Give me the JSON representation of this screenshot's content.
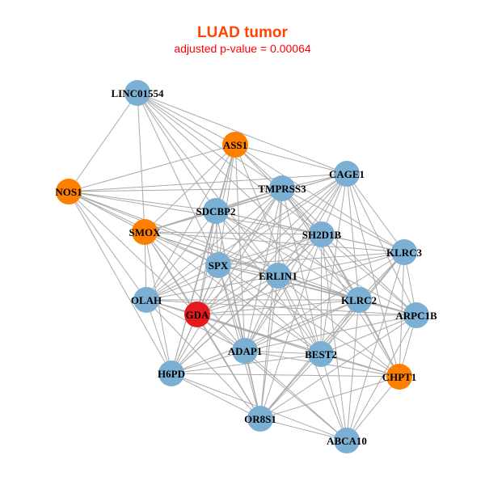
{
  "title": "LUAD tumor",
  "subtitle": "adjusted p-value = 0.00064",
  "colors": {
    "blue": "#7bafd4",
    "orange": "#ff7f00",
    "red": "#e41a1c",
    "edge": "#aaaaaa"
  },
  "nodes": [
    {
      "id": "LINC01554",
      "color": "blue"
    },
    {
      "id": "ASS1",
      "color": "orange"
    },
    {
      "id": "CAGE1",
      "color": "blue"
    },
    {
      "id": "NOS1",
      "color": "orange"
    },
    {
      "id": "TMPRSS3",
      "color": "blue"
    },
    {
      "id": "SDCBP2",
      "color": "blue"
    },
    {
      "id": "SMOX",
      "color": "orange"
    },
    {
      "id": "SH2D1B",
      "color": "blue"
    },
    {
      "id": "KLRC3",
      "color": "blue"
    },
    {
      "id": "SPX",
      "color": "blue"
    },
    {
      "id": "ERLIN1",
      "color": "blue"
    },
    {
      "id": "OLAH",
      "color": "blue"
    },
    {
      "id": "KLRC2",
      "color": "blue"
    },
    {
      "id": "GDA",
      "color": "red"
    },
    {
      "id": "ARPC1B",
      "color": "blue"
    },
    {
      "id": "ADAP1",
      "color": "blue"
    },
    {
      "id": "BEST2",
      "color": "blue"
    },
    {
      "id": "H6PD",
      "color": "blue"
    },
    {
      "id": "CHPT1",
      "color": "orange"
    },
    {
      "id": "OR8S1",
      "color": "blue"
    },
    {
      "id": "ABCA10",
      "color": "blue"
    }
  ],
  "edges": [
    [
      "LINC01554",
      "ASS1"
    ],
    [
      "LINC01554",
      "TMPRSS3"
    ],
    [
      "LINC01554",
      "SDCBP2"
    ],
    [
      "LINC01554",
      "SMOX"
    ],
    [
      "LINC01554",
      "SH2D1B"
    ],
    [
      "LINC01554",
      "ERLIN1"
    ],
    [
      "LINC01554",
      "KLRC2"
    ],
    [
      "LINC01554",
      "NOS1"
    ],
    [
      "LINC01554",
      "SPX"
    ],
    [
      "LINC01554",
      "CAGE1"
    ],
    [
      "ASS1",
      "CAGE1"
    ],
    [
      "ASS1",
      "NOS1"
    ],
    [
      "ASS1",
      "TMPRSS3"
    ],
    [
      "ASS1",
      "SDCBP2"
    ],
    [
      "ASS1",
      "SMOX"
    ],
    [
      "ASS1",
      "SH2D1B"
    ],
    [
      "ASS1",
      "SPX"
    ],
    [
      "ASS1",
      "OLAH"
    ],
    [
      "ASS1",
      "GDA"
    ],
    [
      "ASS1",
      "ADAP1"
    ],
    [
      "ASS1",
      "H6PD"
    ],
    [
      "ASS1",
      "KLRC3"
    ],
    [
      "ASS1",
      "BEST2"
    ],
    [
      "CAGE1",
      "NOS1"
    ],
    [
      "CAGE1",
      "TMPRSS3"
    ],
    [
      "CAGE1",
      "SDCBP2"
    ],
    [
      "CAGE1",
      "SMOX"
    ],
    [
      "CAGE1",
      "SH2D1B"
    ],
    [
      "CAGE1",
      "KLRC3"
    ],
    [
      "CAGE1",
      "SPX"
    ],
    [
      "CAGE1",
      "ERLIN1"
    ],
    [
      "CAGE1",
      "OLAH"
    ],
    [
      "CAGE1",
      "KLRC2"
    ],
    [
      "CAGE1",
      "GDA"
    ],
    [
      "CAGE1",
      "ARPC1B"
    ],
    [
      "CAGE1",
      "ADAP1"
    ],
    [
      "CAGE1",
      "BEST2"
    ],
    [
      "CAGE1",
      "CHPT1"
    ],
    [
      "CAGE1",
      "H6PD"
    ],
    [
      "NOS1",
      "TMPRSS3"
    ],
    [
      "NOS1",
      "SDCBP2"
    ],
    [
      "NOS1",
      "SMOX"
    ],
    [
      "NOS1",
      "SPX"
    ],
    [
      "NOS1",
      "ERLIN1"
    ],
    [
      "NOS1",
      "OLAH"
    ],
    [
      "NOS1",
      "GDA"
    ],
    [
      "NOS1",
      "KLRC2"
    ],
    [
      "NOS1",
      "H6PD"
    ],
    [
      "NOS1",
      "SH2D1B"
    ],
    [
      "TMPRSS3",
      "SDCBP2"
    ],
    [
      "TMPRSS3",
      "SMOX"
    ],
    [
      "TMPRSS3",
      "SH2D1B"
    ],
    [
      "TMPRSS3",
      "KLRC3"
    ],
    [
      "TMPRSS3",
      "SPX"
    ],
    [
      "TMPRSS3",
      "ERLIN1"
    ],
    [
      "TMPRSS3",
      "OLAH"
    ],
    [
      "TMPRSS3",
      "KLRC2"
    ],
    [
      "TMPRSS3",
      "GDA"
    ],
    [
      "TMPRSS3",
      "ARPC1B"
    ],
    [
      "TMPRSS3",
      "ADAP1"
    ],
    [
      "TMPRSS3",
      "BEST2"
    ],
    [
      "TMPRSS3",
      "H6PD"
    ],
    [
      "TMPRSS3",
      "OR8S1"
    ],
    [
      "TMPRSS3",
      "CHPT1"
    ],
    [
      "SDCBP2",
      "SMOX"
    ],
    [
      "SDCBP2",
      "SH2D1B"
    ],
    [
      "SDCBP2",
      "KLRC3"
    ],
    [
      "SDCBP2",
      "SPX"
    ],
    [
      "SDCBP2",
      "ERLIN1"
    ],
    [
      "SDCBP2",
      "OLAH"
    ],
    [
      "SDCBP2",
      "KLRC2"
    ],
    [
      "SDCBP2",
      "GDA"
    ],
    [
      "SDCBP2",
      "ADAP1"
    ],
    [
      "SDCBP2",
      "BEST2"
    ],
    [
      "SDCBP2",
      "H6PD"
    ],
    [
      "SDCBP2",
      "OR8S1"
    ],
    [
      "SDCBP2",
      "ARPC1B"
    ],
    [
      "SMOX",
      "SH2D1B"
    ],
    [
      "SMOX",
      "SPX"
    ],
    [
      "SMOX",
      "ERLIN1"
    ],
    [
      "SMOX",
      "OLAH"
    ],
    [
      "SMOX",
      "KLRC2"
    ],
    [
      "SMOX",
      "GDA"
    ],
    [
      "SMOX",
      "ADAP1"
    ],
    [
      "SMOX",
      "BEST2"
    ],
    [
      "SMOX",
      "H6PD"
    ],
    [
      "SMOX",
      "KLRC3"
    ],
    [
      "SMOX",
      "OR8S1"
    ],
    [
      "SH2D1B",
      "KLRC3"
    ],
    [
      "SH2D1B",
      "SPX"
    ],
    [
      "SH2D1B",
      "ERLIN1"
    ],
    [
      "SH2D1B",
      "OLAH"
    ],
    [
      "SH2D1B",
      "KLRC2"
    ],
    [
      "SH2D1B",
      "GDA"
    ],
    [
      "SH2D1B",
      "ARPC1B"
    ],
    [
      "SH2D1B",
      "ADAP1"
    ],
    [
      "SH2D1B",
      "BEST2"
    ],
    [
      "SH2D1B",
      "CHPT1"
    ],
    [
      "SH2D1B",
      "OR8S1"
    ],
    [
      "SH2D1B",
      "ABCA10"
    ],
    [
      "SH2D1B",
      "H6PD"
    ],
    [
      "KLRC3",
      "SPX"
    ],
    [
      "KLRC3",
      "ERLIN1"
    ],
    [
      "KLRC3",
      "KLRC2"
    ],
    [
      "KLRC3",
      "GDA"
    ],
    [
      "KLRC3",
      "ARPC1B"
    ],
    [
      "KLRC3",
      "ADAP1"
    ],
    [
      "KLRC3",
      "BEST2"
    ],
    [
      "KLRC3",
      "CHPT1"
    ],
    [
      "KLRC3",
      "OR8S1"
    ],
    [
      "KLRC3",
      "ABCA10"
    ],
    [
      "SPX",
      "ERLIN1"
    ],
    [
      "SPX",
      "OLAH"
    ],
    [
      "SPX",
      "KLRC2"
    ],
    [
      "SPX",
      "GDA"
    ],
    [
      "SPX",
      "ADAP1"
    ],
    [
      "SPX",
      "BEST2"
    ],
    [
      "SPX",
      "H6PD"
    ],
    [
      "SPX",
      "OR8S1"
    ],
    [
      "SPX",
      "CHPT1"
    ],
    [
      "SPX",
      "ARPC1B"
    ],
    [
      "ERLIN1",
      "OLAH"
    ],
    [
      "ERLIN1",
      "KLRC2"
    ],
    [
      "ERLIN1",
      "GDA"
    ],
    [
      "ERLIN1",
      "ARPC1B"
    ],
    [
      "ERLIN1",
      "ADAP1"
    ],
    [
      "ERLIN1",
      "BEST2"
    ],
    [
      "ERLIN1",
      "H6PD"
    ],
    [
      "ERLIN1",
      "CHPT1"
    ],
    [
      "ERLIN1",
      "OR8S1"
    ],
    [
      "ERLIN1",
      "ABCA10"
    ],
    [
      "OLAH",
      "KLRC2"
    ],
    [
      "OLAH",
      "GDA"
    ],
    [
      "OLAH",
      "ADAP1"
    ],
    [
      "OLAH",
      "BEST2"
    ],
    [
      "OLAH",
      "H6PD"
    ],
    [
      "OLAH",
      "OR8S1"
    ],
    [
      "OLAH",
      "ARPC1B"
    ],
    [
      "KLRC2",
      "GDA"
    ],
    [
      "KLRC2",
      "ARPC1B"
    ],
    [
      "KLRC2",
      "ADAP1"
    ],
    [
      "KLRC2",
      "BEST2"
    ],
    [
      "KLRC2",
      "H6PD"
    ],
    [
      "KLRC2",
      "CHPT1"
    ],
    [
      "KLRC2",
      "OR8S1"
    ],
    [
      "KLRC2",
      "ABCA10"
    ],
    [
      "GDA",
      "ARPC1B"
    ],
    [
      "GDA",
      "ADAP1"
    ],
    [
      "GDA",
      "BEST2"
    ],
    [
      "GDA",
      "H6PD"
    ],
    [
      "GDA",
      "CHPT1"
    ],
    [
      "GDA",
      "OR8S1"
    ],
    [
      "GDA",
      "ABCA10"
    ],
    [
      "ARPC1B",
      "ADAP1"
    ],
    [
      "ARPC1B",
      "BEST2"
    ],
    [
      "ARPC1B",
      "CHPT1"
    ],
    [
      "ARPC1B",
      "ABCA10"
    ],
    [
      "ARPC1B",
      "OR8S1"
    ],
    [
      "ADAP1",
      "BEST2"
    ],
    [
      "ADAP1",
      "H6PD"
    ],
    [
      "ADAP1",
      "CHPT1"
    ],
    [
      "ADAP1",
      "OR8S1"
    ],
    [
      "ADAP1",
      "ABCA10"
    ],
    [
      "BEST2",
      "H6PD"
    ],
    [
      "BEST2",
      "CHPT1"
    ],
    [
      "BEST2",
      "OR8S1"
    ],
    [
      "BEST2",
      "ABCA10"
    ],
    [
      "H6PD",
      "OR8S1"
    ],
    [
      "H6PD",
      "ABCA10"
    ],
    [
      "H6PD",
      "CHPT1"
    ],
    [
      "CHPT1",
      "OR8S1"
    ],
    [
      "CHPT1",
      "ABCA10"
    ],
    [
      "OR8S1",
      "ABCA10"
    ]
  ]
}
